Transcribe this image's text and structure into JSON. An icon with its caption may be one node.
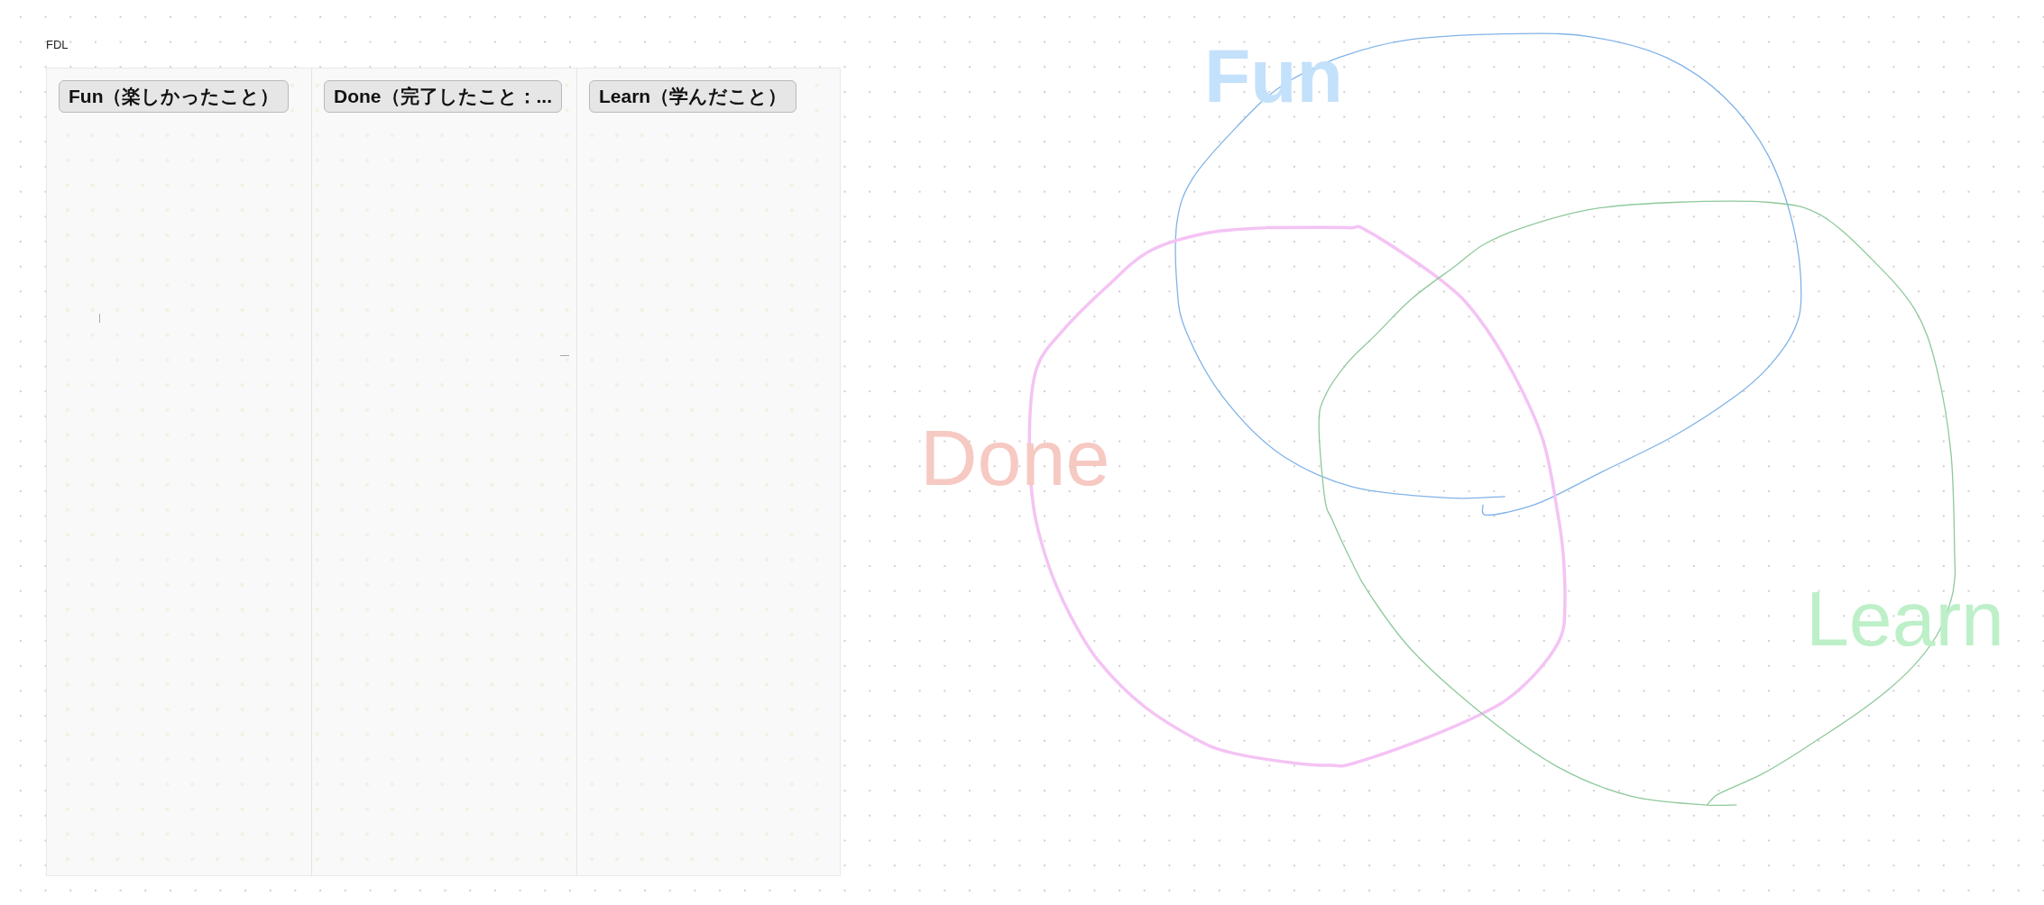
{
  "diagram": {
    "nodes": [
      {
        "text": [
          "FDL"
        ]
      },
      {
        "text": [
          "Fun（楽しかったこと）"
        ],
        "in": 0
      },
      {
        "text": [
          "Done（完了したこと：..."
        ],
        "in": 0
      },
      {
        "text": [
          "Learn（学んだこと）"
        ],
        "in": 0
      },
      {
        "text": [
          "Fun"
        ]
      },
      {
        "text": [
          "Done"
        ]
      },
      {
        "text": [
          "Learn"
        ]
      }
    ]
  }
}
